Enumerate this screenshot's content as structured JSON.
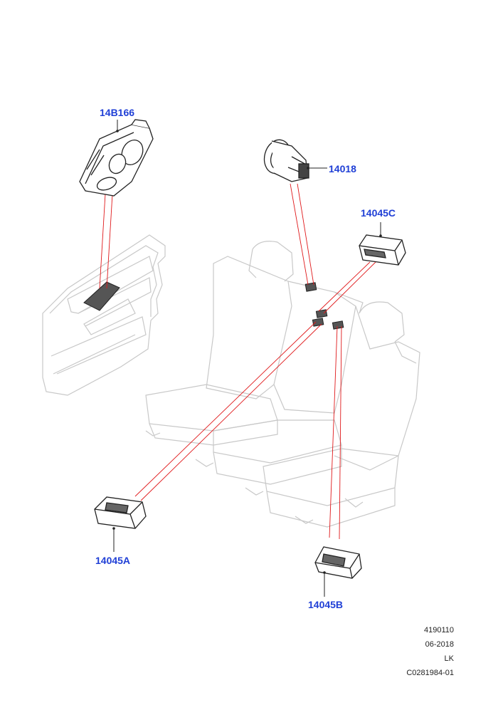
{
  "callouts": {
    "door_switch": "14B166",
    "center_switch": "14018",
    "switch_c": "14045C",
    "switch_a": "14045A",
    "switch_b": "14045B"
  },
  "meta": {
    "ref": "4190110",
    "date": "06-2018",
    "code": "LK",
    "drawing": "C0281984-01"
  },
  "colors": {
    "callout": "#1f3fd6",
    "leader": "#e0191b",
    "outline": "#c8c8c8",
    "part": "#222222"
  }
}
